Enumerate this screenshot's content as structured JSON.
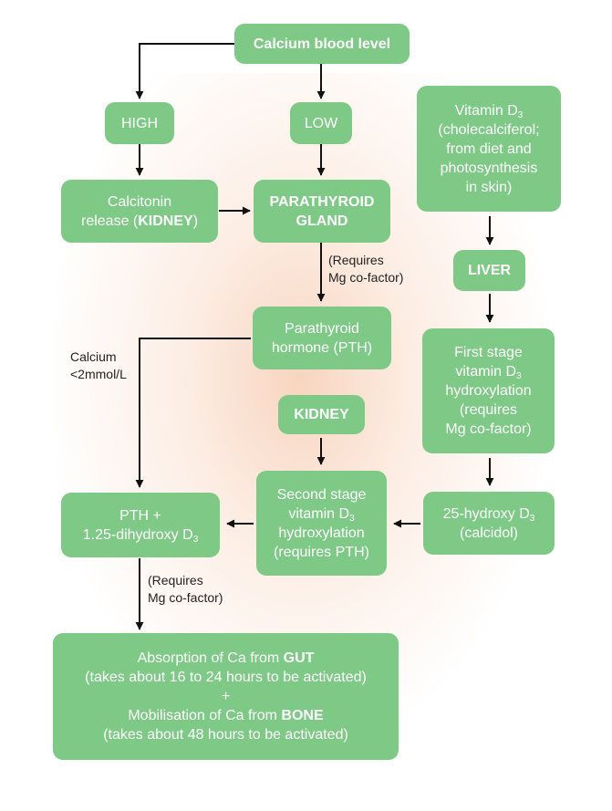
{
  "boxes": {
    "calcium_blood_level": "Calcium blood level",
    "high": "HIGH",
    "low": "LOW",
    "calcitonin": {
      "line1": "Calcitonin",
      "line2_pre": "release (",
      "line2_bold": "KIDNEY",
      "line2_post": ")"
    },
    "parathyroid_gland": {
      "line1": "PARATHYROID",
      "line2": "GLAND"
    },
    "pth": {
      "line1": "Parathyroid",
      "line2": "hormone (PTH)"
    },
    "kidney": "KIDNEY",
    "second_stage": {
      "line1": "Second stage",
      "line2": "vitamin D",
      "line2_sub": "3",
      "line3": "hydroxylation",
      "line4": "(requires PTH)"
    },
    "pth_dihydroxy": {
      "line1": "PTH +",
      "line2": "1.25-dihydroxy D",
      "line2_sub": "3"
    },
    "vitamin_d3": {
      "line1": "Vitamin D",
      "line1_sub": "3",
      "line2": "(cholecalciferol;",
      "line3": "from diet and",
      "line4": "photosynthesis",
      "line5": "in skin)"
    },
    "liver": "LIVER",
    "first_stage": {
      "line1": "First stage",
      "line2": "vitamin D",
      "line2_sub": "3",
      "line3": "hydroxylation",
      "line4": "(requires",
      "line5": "Mg co-factor)"
    },
    "hydroxy_d3": {
      "line1": "25-hydroxy D",
      "line1_sub": "3",
      "line2": "(calcidol)"
    },
    "absorption": {
      "line1_pre": "Absorption of Ca from ",
      "line1_bold": "GUT",
      "line2": "(takes about 16 to 24 hours to be activated)",
      "line3": "+",
      "line4_pre": "Mobilisation of Ca from ",
      "line4_bold": "BONE",
      "line5": "(takes about 48 hours to be activated)"
    }
  },
  "notes": {
    "requires_mg_1": {
      "line1": "(Requires",
      "line2": "Mg co-factor)"
    },
    "calcium_threshold": {
      "line1": "Calcium",
      "line2": "<2mmol/L"
    },
    "requires_mg_2": {
      "line1": "(Requires",
      "line2": "Mg co-factor)"
    }
  },
  "colors": {
    "box_fill": "#7ec986",
    "box_text": "#ffffff",
    "arrow": "#111111",
    "glow": "#f7cdb4"
  }
}
